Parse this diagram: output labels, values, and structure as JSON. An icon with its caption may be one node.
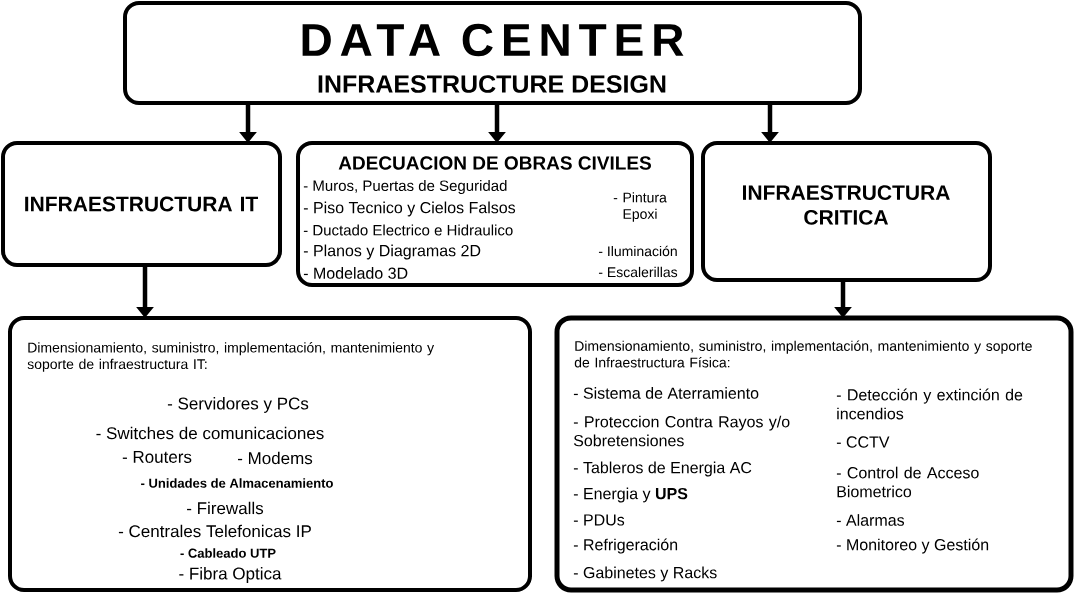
{
  "diagram": {
    "nodes": [
      {
        "text": [
          "DATA CENTER",
          "INFRAESTRUCTURE DESIGN"
        ]
      },
      {
        "text": [
          "INFRAESTRUCTURA IT"
        ]
      },
      {
        "text": [
          "ADECUACION DE OBRAS CIVILES",
          "- Muros, Puertas de Seguridad",
          "- Piso Tecnico y Cielos Falsos",
          "- Ductado Electrico e Hidraulico",
          "- Planos y Diagramas 2D",
          "- Modelado 3D",
          "- Pintura Epoxi",
          "- Iluminación",
          "- Escalerillas"
        ]
      },
      {
        "text": [
          "INFRAESTRUCTURA CRITICA"
        ]
      },
      {
        "text": [
          "Dimensionamiento, suministro, implementación, mantenimiento y soporte de infraestructura IT:",
          "- Servidores y PCs",
          "- Switches de comunicaciones",
          "- Routers",
          "- Modems",
          "- Unidades de Almacenamiento",
          "- Firewalls",
          "- Centrales Telefonicas IP",
          "- Cableado UTP",
          "- Fibra Optica"
        ]
      },
      {
        "text": [
          "Dimensionamiento, suministro, implementación, mantenimiento y soporte de Infraestructura Física:",
          "- Sistema de Aterramiento",
          "- Proteccion Contra Rayos y/o Sobretensiones",
          "- Tableros de Energia AC",
          "- Energia y **UPS**",
          "- PDUs",
          "- Refrigeración",
          "- Gabinetes y Racks",
          "- Detección y extinción de incendios",
          "- CCTV",
          "- Control de Acceso Biometrico",
          "- Alarmas",
          "- Monitoreo y Gestión"
        ]
      }
    ],
    "edges": [
      {
        "from": 0,
        "to": 1,
        "arrow": "to"
      },
      {
        "from": 0,
        "to": 2,
        "arrow": "to"
      },
      {
        "from": 0,
        "to": 3,
        "arrow": "to"
      },
      {
        "from": 1,
        "to": 4,
        "arrow": "to"
      },
      {
        "from": 3,
        "to": 5,
        "arrow": "to"
      }
    ]
  }
}
